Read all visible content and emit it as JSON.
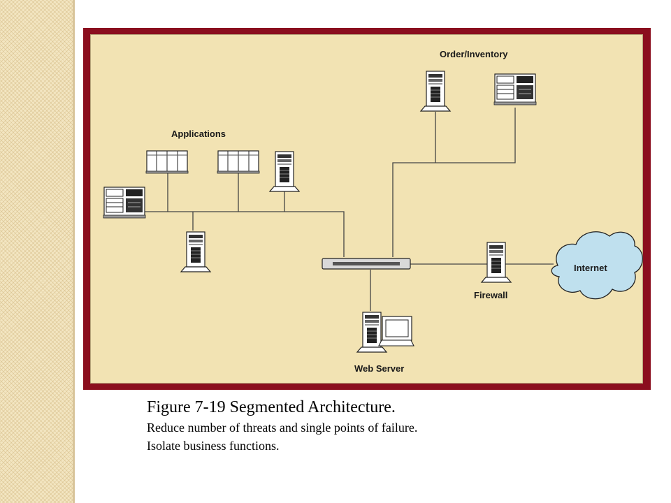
{
  "diagram": {
    "labels": {
      "order_inventory": "Order/Inventory",
      "applications": "Applications",
      "internet": "Internet",
      "firewall": "Firewall",
      "web_server": "Web Server"
    }
  },
  "caption": {
    "title": "Figure 7-19  Segmented Architecture.",
    "line1": "Reduce number of threats and single points of failure.",
    "line2": "Isolate business functions."
  },
  "colors": {
    "frame": "#8b0e1e",
    "canvas": "#f2e3b3",
    "cloud": "#bfe0ee"
  }
}
